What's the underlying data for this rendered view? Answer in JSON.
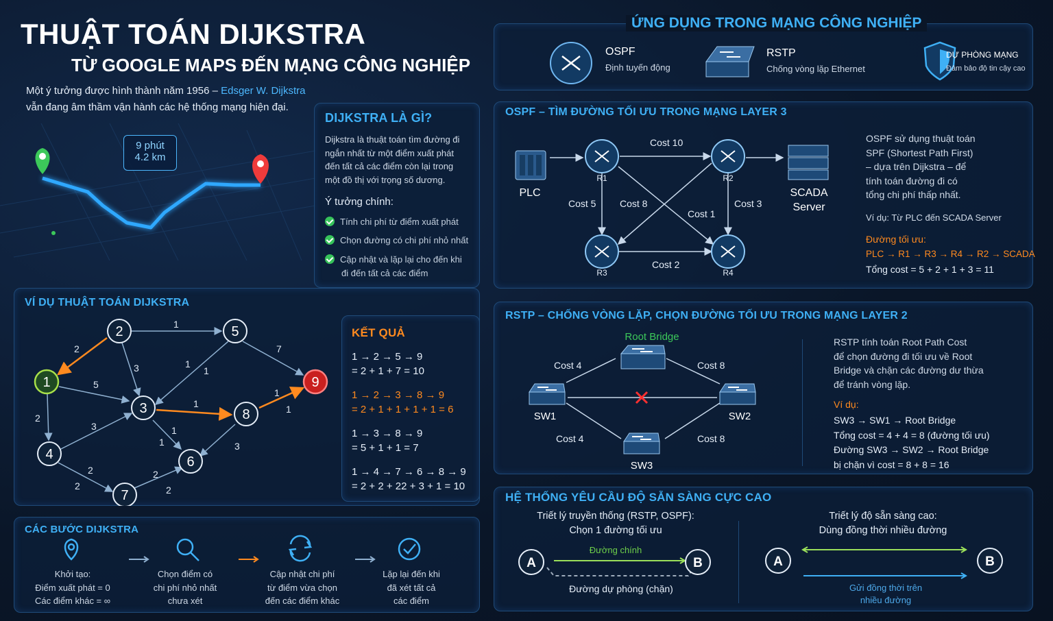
{
  "title": "THUẬT TOÁN DIJKSTRA",
  "subtitle": "TỪ GOOGLE MAPS ĐẾN MẠNG CÔNG NGHIỆP",
  "intro": {
    "line1a": "Một ý tưởng được hình thành năm 1956 – ",
    "line1b": "Edsger W. Dijkstra",
    "line2": "vẫn đang âm thầm vận hành các hệ thống mạng hiện đại."
  },
  "map": {
    "route_time": "9 phút",
    "route_dist": "4.2 km"
  },
  "what": {
    "title": "DIJKSTRA LÀ GÌ?",
    "desc": [
      "Dijkstra là thuật toán tìm đường đi",
      "ngắn nhất từ một điểm xuất phát",
      "đến tất cả các điểm còn lại trong",
      "một đồ thị với trọng số dương."
    ],
    "ideas_title": "Ý tưởng chính:",
    "ideas": [
      "Tính chi phí từ điểm xuất phát",
      "Chọn đường có chi phí nhỏ nhất",
      "Cập nhật và lặp lại cho đến khi"
    ],
    "ideas_cont": "đi đến tất cả các điểm"
  },
  "example": {
    "title": "VÍ DỤ THUẬT TOÁN DIJKSTRA",
    "nodes": [
      "1",
      "2",
      "3",
      "4",
      "5",
      "6",
      "7",
      "8",
      "9"
    ],
    "edge_labels": [
      "2",
      "1",
      "5",
      "3",
      "1",
      "1",
      "7",
      "2",
      "3",
      "1",
      "1",
      "1",
      "1",
      "1",
      "3",
      "2",
      "2",
      "2",
      "2"
    ]
  },
  "result": {
    "title": "KẾT QUẢ",
    "paths": [
      {
        "path": "1 → 2 → 5 → 9",
        "sum": "= 2 + 1 + 7 = 10",
        "highlight": false
      },
      {
        "path": "1 → 2 → 3 → 8 → 9",
        "sum": "= 2 + 1 + 1 + 1 + 1 = 6",
        "highlight": true
      },
      {
        "path": "1 → 3 → 8 → 9",
        "sum": "= 5 + 1 + 1 = 7",
        "highlight": false
      },
      {
        "path": "1 → 4 → 7 → 6 → 8 → 9",
        "sum": "= 2 + 2 + 22 + 3 + 1 = 10",
        "highlight": false
      }
    ]
  },
  "steps": {
    "title": "CÁC BƯỚC DIJKSTRA",
    "items": [
      {
        "icon": "location-pin-icon",
        "lines": [
          "Khởi tạo:",
          "Điểm xuất phát = 0",
          "Các điểm khác = ∞"
        ]
      },
      {
        "icon": "magnifier-icon",
        "lines": [
          "Chọn điểm có",
          "chi phí nhỏ nhất",
          "chưa xét"
        ]
      },
      {
        "icon": "refresh-icon",
        "lines": [
          "Cập nhật chi phí",
          "từ điểm vừa chọn",
          "đến các điểm khác"
        ]
      },
      {
        "icon": "check-circle-icon",
        "lines": [
          "Lặp lại đến khi",
          "đã xét tất cả",
          "các điểm"
        ]
      }
    ]
  },
  "apps": {
    "title": "ỨNG DỤNG TRONG MẠNG CÔNG NGHIỆP",
    "items": [
      {
        "icon": "router-icon",
        "name": "OSPF",
        "desc": "Định tuyến động"
      },
      {
        "icon": "switch-icon",
        "name": "RSTP",
        "desc": "Chống vòng lặp Ethernet"
      },
      {
        "icon": "shield-icon",
        "name": "DỰ PHÒNG MẠNG",
        "desc": "Đảm bảo độ tin cậy cao"
      }
    ]
  },
  "ospf": {
    "title": "OSPF – TÌM ĐƯỜNG TỐI ƯU TRONG MẠNG LAYER 3",
    "plc": "PLC",
    "scada1": "SCADA",
    "scada2": "Server",
    "routers": [
      "R1",
      "R2",
      "R3",
      "R4"
    ],
    "costs": [
      "Cost 10",
      "Cost 5",
      "Cost 8",
      "Cost 1",
      "Cost 3",
      "Cost 2"
    ],
    "desc": [
      "OSPF sử dụng thuật toán",
      "SPF (Shortest Path First)",
      "– dựa trên Dijkstra – để",
      "tính toán đường đi có",
      "tổng chi phí thấp nhất."
    ],
    "example": "Ví dụ: Từ PLC đến SCADA Server",
    "best_title": "Đường tối ưu:",
    "best_path": "PLC → R1 → R3 → R4 → R2 → SCADA",
    "total": "Tổng cost = 5 + 2 + 1 + 3 = 11"
  },
  "rstp": {
    "title": "RSTP – CHỐNG VÒNG LẶP, CHỌN ĐƯỜNG TỐI ƯU TRONG MẠNG LAYER 2",
    "root": "Root Bridge",
    "switches": [
      "SW1",
      "SW2",
      "SW3"
    ],
    "costs": [
      "Cost 4",
      "Cost 8",
      "Cost 4",
      "Cost 8"
    ],
    "desc": [
      "RSTP tính toán Root Path Cost",
      "để chọn đường đi tối ưu về Root",
      "Bridge và chặn các đường dư thừa",
      "để tránh vòng lặp."
    ],
    "ex_title": "Ví dụ:",
    "ex": [
      "SW3 → SW1 → Root Bridge",
      "Tổng cost = 4 + 4 = 8 (đường tối ưu)",
      "Đường SW3 → SW2 → Root Bridge",
      "bị chặn vì cost = 8 + 8 = 16"
    ]
  },
  "ha": {
    "title": "HỆ THỐNG YÊU CẦU ĐỘ SẴN SÀNG CỰC CAO",
    "left_title": [
      "Triết lý truyền thống (RSTP, OSPF):",
      "Chọn 1 đường tối ưu"
    ],
    "main_path": "Đường chính",
    "backup_path": "Đường dự phòng (chặn)",
    "right_title": [
      "Triết lý độ sẵn sàng cao:",
      "Dùng đồng thời nhiều đường"
    ],
    "multi": [
      "Gửi đồng thời trên",
      "nhiều đường"
    ],
    "node_a": "A",
    "node_b": "B"
  }
}
